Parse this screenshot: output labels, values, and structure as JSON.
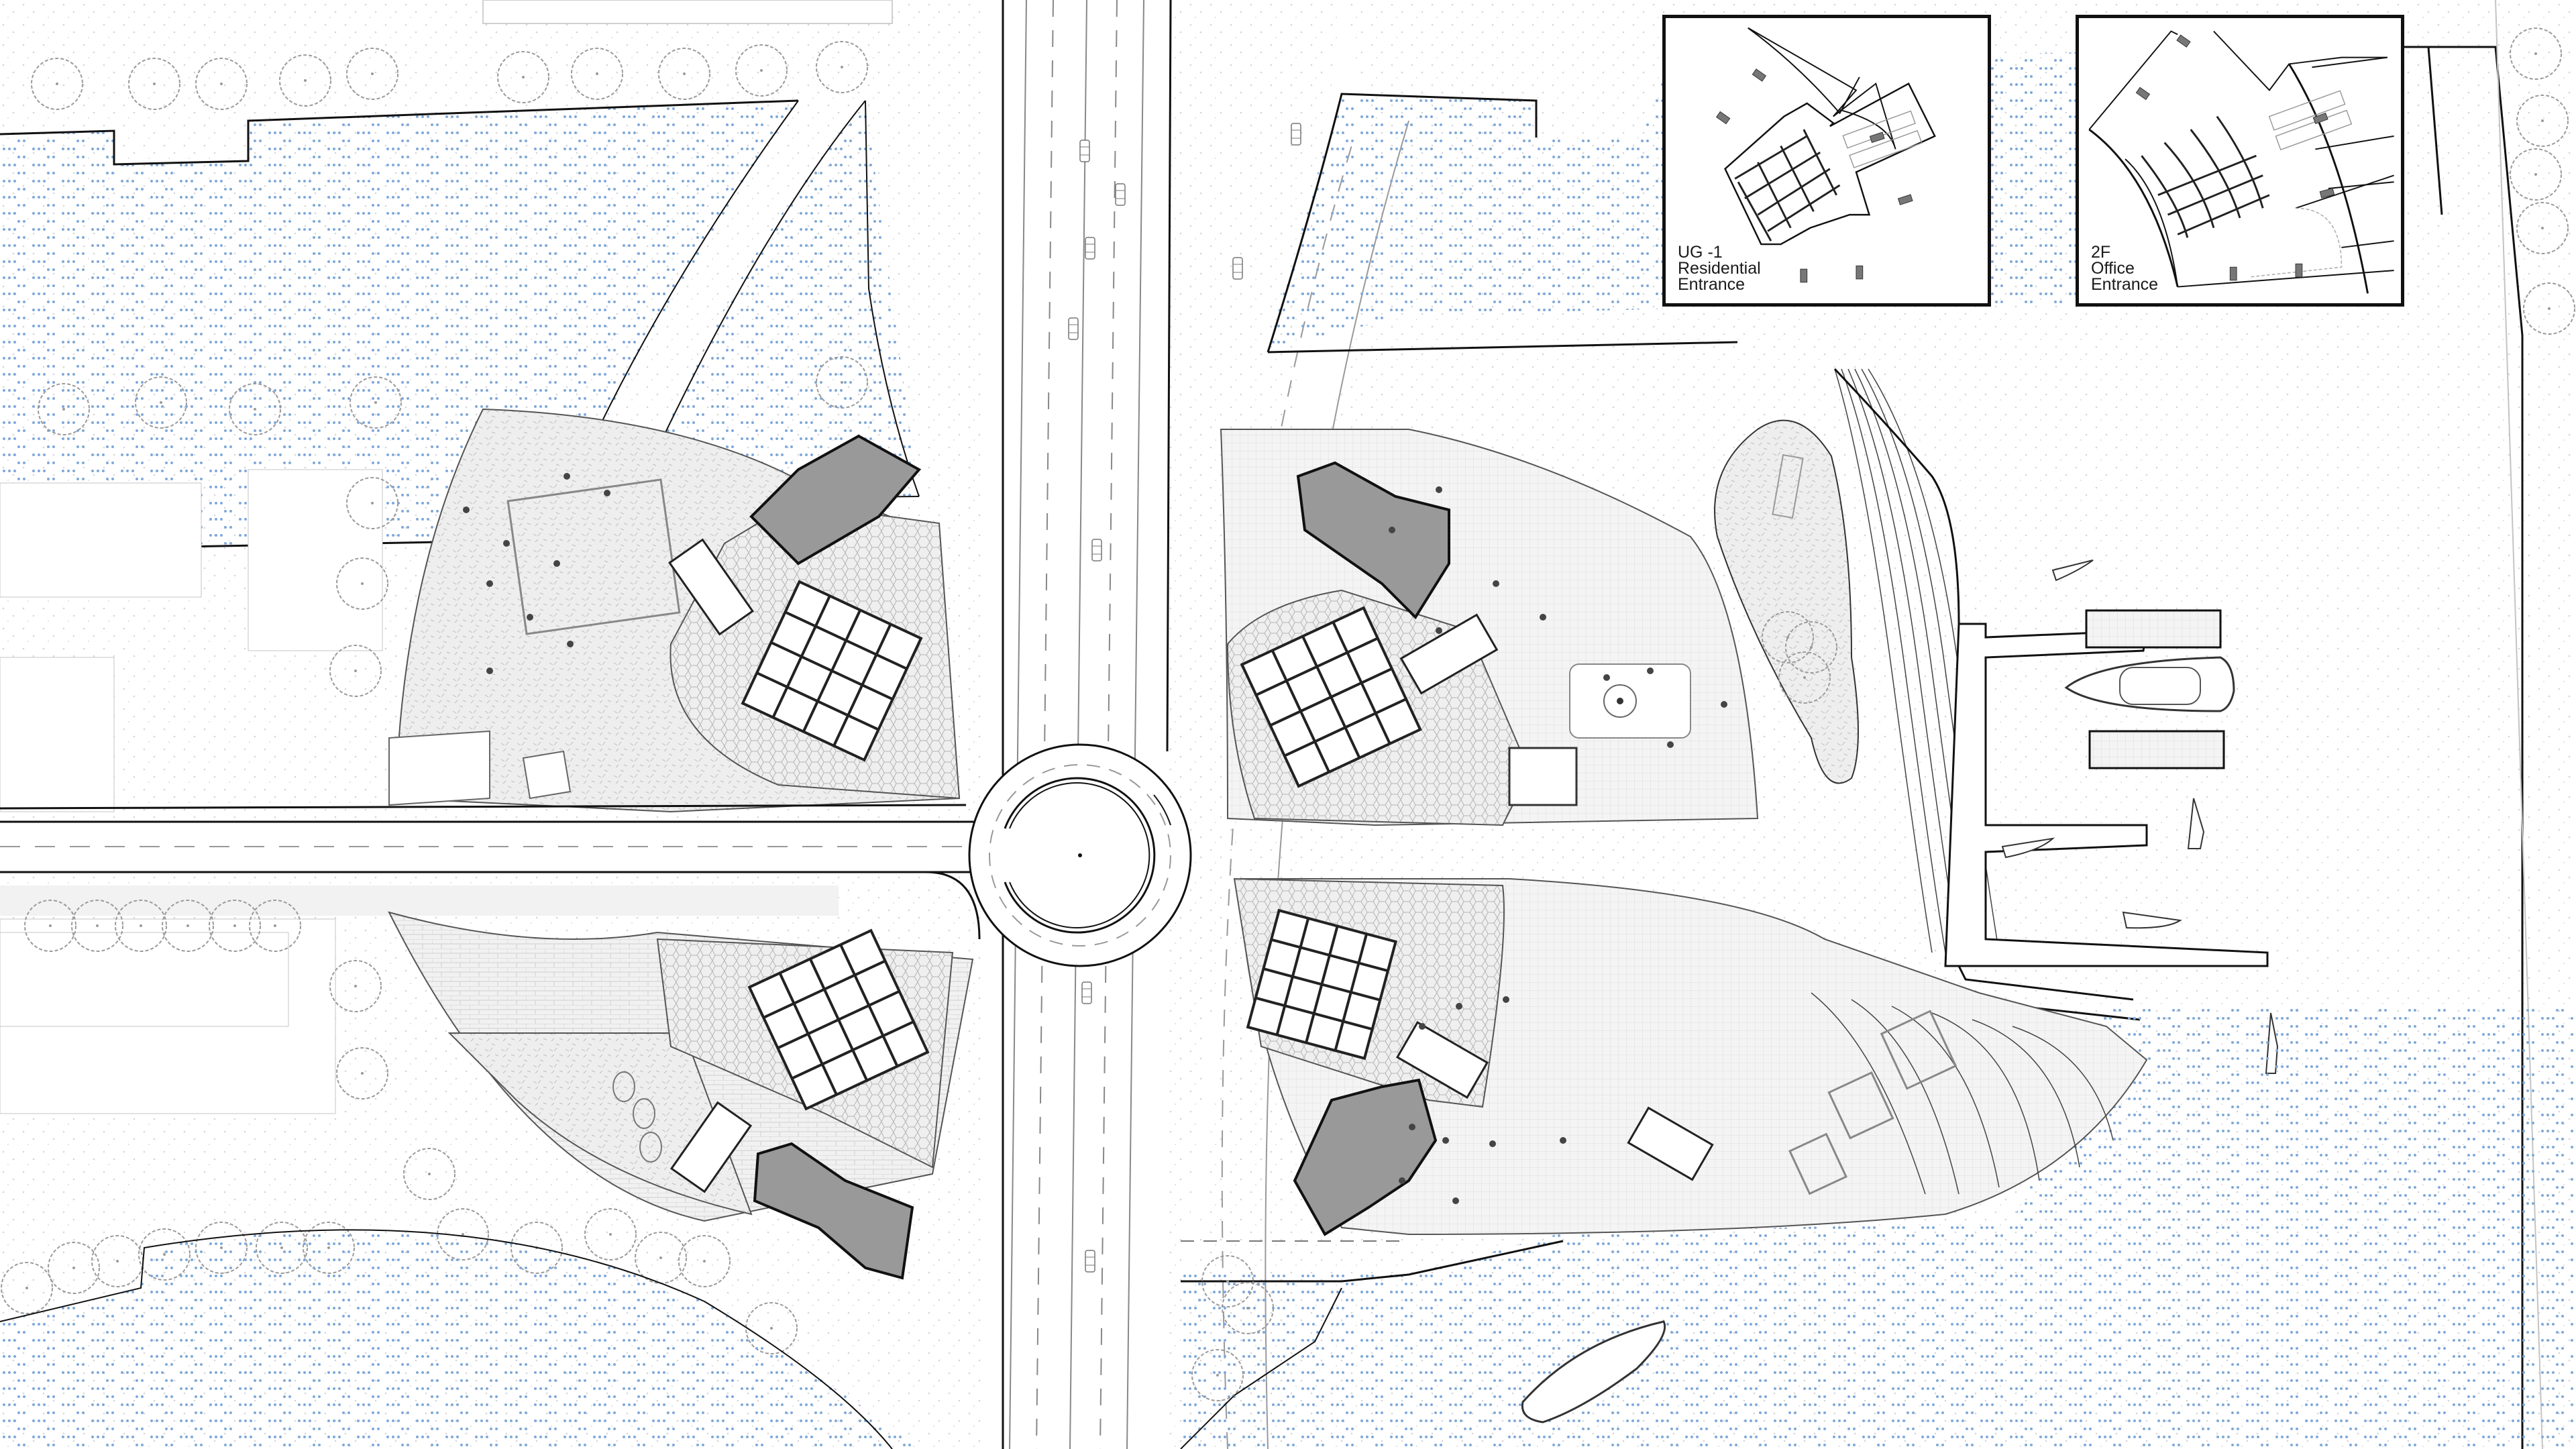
{
  "drawing": {
    "type": "architectural site plan",
    "background_color": "#ffffff",
    "water_dot_color": "#7fa9d9",
    "building_core_color": "#999999",
    "line_color": "#111111",
    "paving_tint": "#f2f2f2",
    "plaza_tint": "#e9e9e9"
  },
  "insets": [
    {
      "id": "ug-1",
      "level": "UG -1",
      "use": "Residential",
      "label": "Entrance"
    },
    {
      "id": "2f",
      "level": "2F",
      "use": "Office",
      "label": "Entrance"
    }
  ],
  "plan_features": {
    "quadrants": [
      "north-west block",
      "north-east block",
      "south-west block",
      "south-east block"
    ],
    "roundabout": "central traffic circle",
    "marina": {
      "piers": 2,
      "boats_visible": 7
    }
  }
}
